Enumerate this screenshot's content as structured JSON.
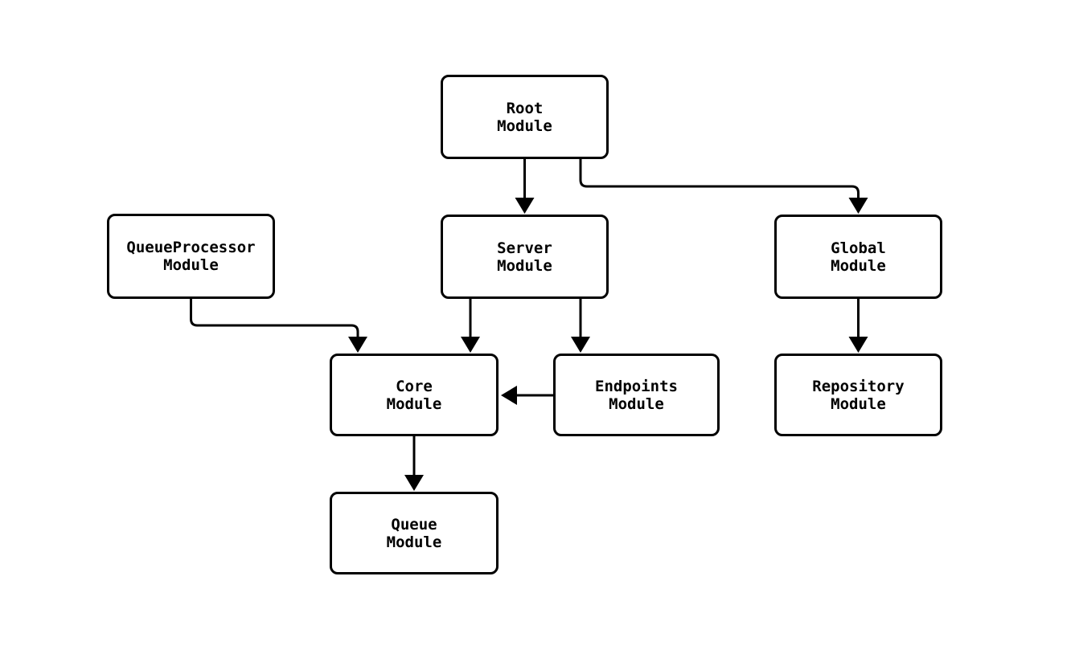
{
  "diagram": {
    "background_color": "#ffffff",
    "stroke_color": "#000000",
    "nodes": [
      {
        "id": "root",
        "label": "Root\nModule"
      },
      {
        "id": "queueprocessor",
        "label": "QueueProcessor\nModule"
      },
      {
        "id": "server",
        "label": "Server\nModule"
      },
      {
        "id": "global",
        "label": "Global\nModule"
      },
      {
        "id": "core",
        "label": "Core\nModule"
      },
      {
        "id": "endpoints",
        "label": "Endpoints\nModule"
      },
      {
        "id": "repository",
        "label": "Repository\nModule"
      },
      {
        "id": "queue",
        "label": "Queue\nModule"
      }
    ],
    "edges": [
      {
        "from": "root",
        "to": "server"
      },
      {
        "from": "root",
        "to": "global"
      },
      {
        "from": "queueprocessor",
        "to": "core"
      },
      {
        "from": "server",
        "to": "core"
      },
      {
        "from": "server",
        "to": "endpoints"
      },
      {
        "from": "endpoints",
        "to": "core"
      },
      {
        "from": "global",
        "to": "repository"
      },
      {
        "from": "core",
        "to": "queue"
      }
    ]
  }
}
